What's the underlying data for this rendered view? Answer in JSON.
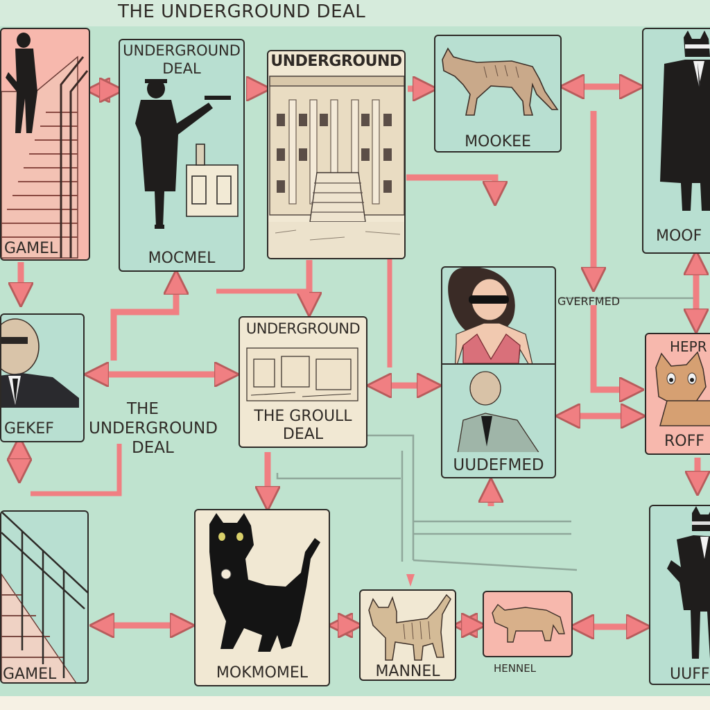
{
  "diagram": {
    "title": "THE UNDERGROUND DEAL",
    "center_caption": [
      "THE",
      "UNDERGROUND",
      "DEAL"
    ],
    "side_caption": "GVERFMED",
    "colors": {
      "background": "#bfe3cf",
      "arrow": "#f07f82",
      "ink": "#2d2a27",
      "cream": "#f1e8d3",
      "pink": "#f7b8ad"
    }
  },
  "panels": {
    "stairs_top": {
      "label": "GAMEL"
    },
    "gunman": {
      "title": "UNDERGROUND DEAL",
      "label": "MOCMEL"
    },
    "building": {
      "title": "UNDERGROUND"
    },
    "cat_walk": {
      "label": "MOOKEE"
    },
    "coat_cat": {
      "label": "MOOF"
    },
    "old_man": {
      "label": "GEKEF"
    },
    "center_box": {
      "title": "UNDERGROUND",
      "label_line1": "THE GROULL",
      "label_line2": "DEAL"
    },
    "lady": {
      "label": "UUDEFMED"
    },
    "kitten": {
      "title": "HEPR",
      "label": "ROFF"
    },
    "stairs_bottom": {
      "label": "GAMEL"
    },
    "black_cat": {
      "label": "MOKMOMEL"
    },
    "tabby": {
      "label": "MANNEL"
    },
    "small_cat": {
      "label": "HENNEL"
    },
    "suit_cat": {
      "label": "UUFF"
    }
  }
}
